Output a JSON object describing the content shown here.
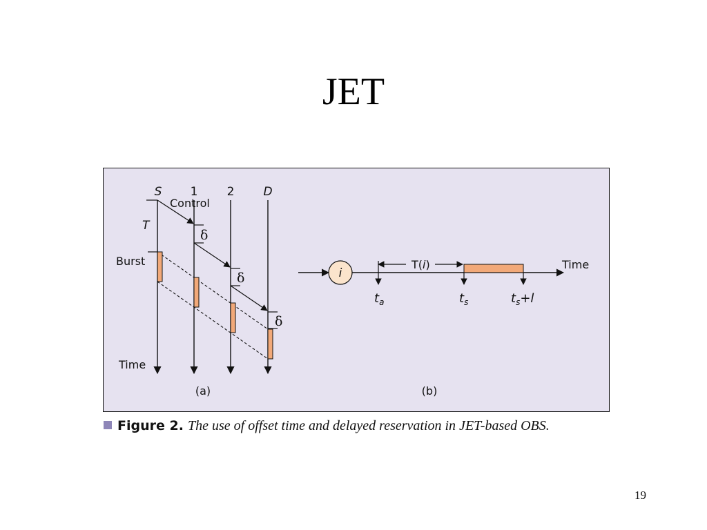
{
  "slide": {
    "title": "JET",
    "page_number": "19"
  },
  "colors": {
    "figure_background": "#e6e2f0",
    "burst_fill": "#f2a979",
    "node_fill": "#fbe4cc",
    "caption_square": "#8e86b8"
  },
  "figure": {
    "caption_label": "Figure 2.",
    "caption_text": "The use of offset time and delayed reservation in JET-based OBS.",
    "panel_a": {
      "sublabel": "(a)",
      "nodes": [
        "S",
        "1",
        "2",
        "D"
      ],
      "control_label": "Control",
      "offset_label": "T",
      "burst_label": "Burst",
      "delta_label": "δ",
      "time_label": "Time"
    },
    "panel_b": {
      "sublabel": "(b)",
      "node_label": "i",
      "interval_label_main": "T(",
      "interval_label_var": "i",
      "interval_label_close": ")",
      "time_label": "Time",
      "ta_main": "t",
      "ta_sub": "a",
      "ts_main": "t",
      "ts_sub": "s",
      "tsl_main": "t",
      "tsl_sub": "s",
      "tsl_suffix": "+l"
    }
  }
}
